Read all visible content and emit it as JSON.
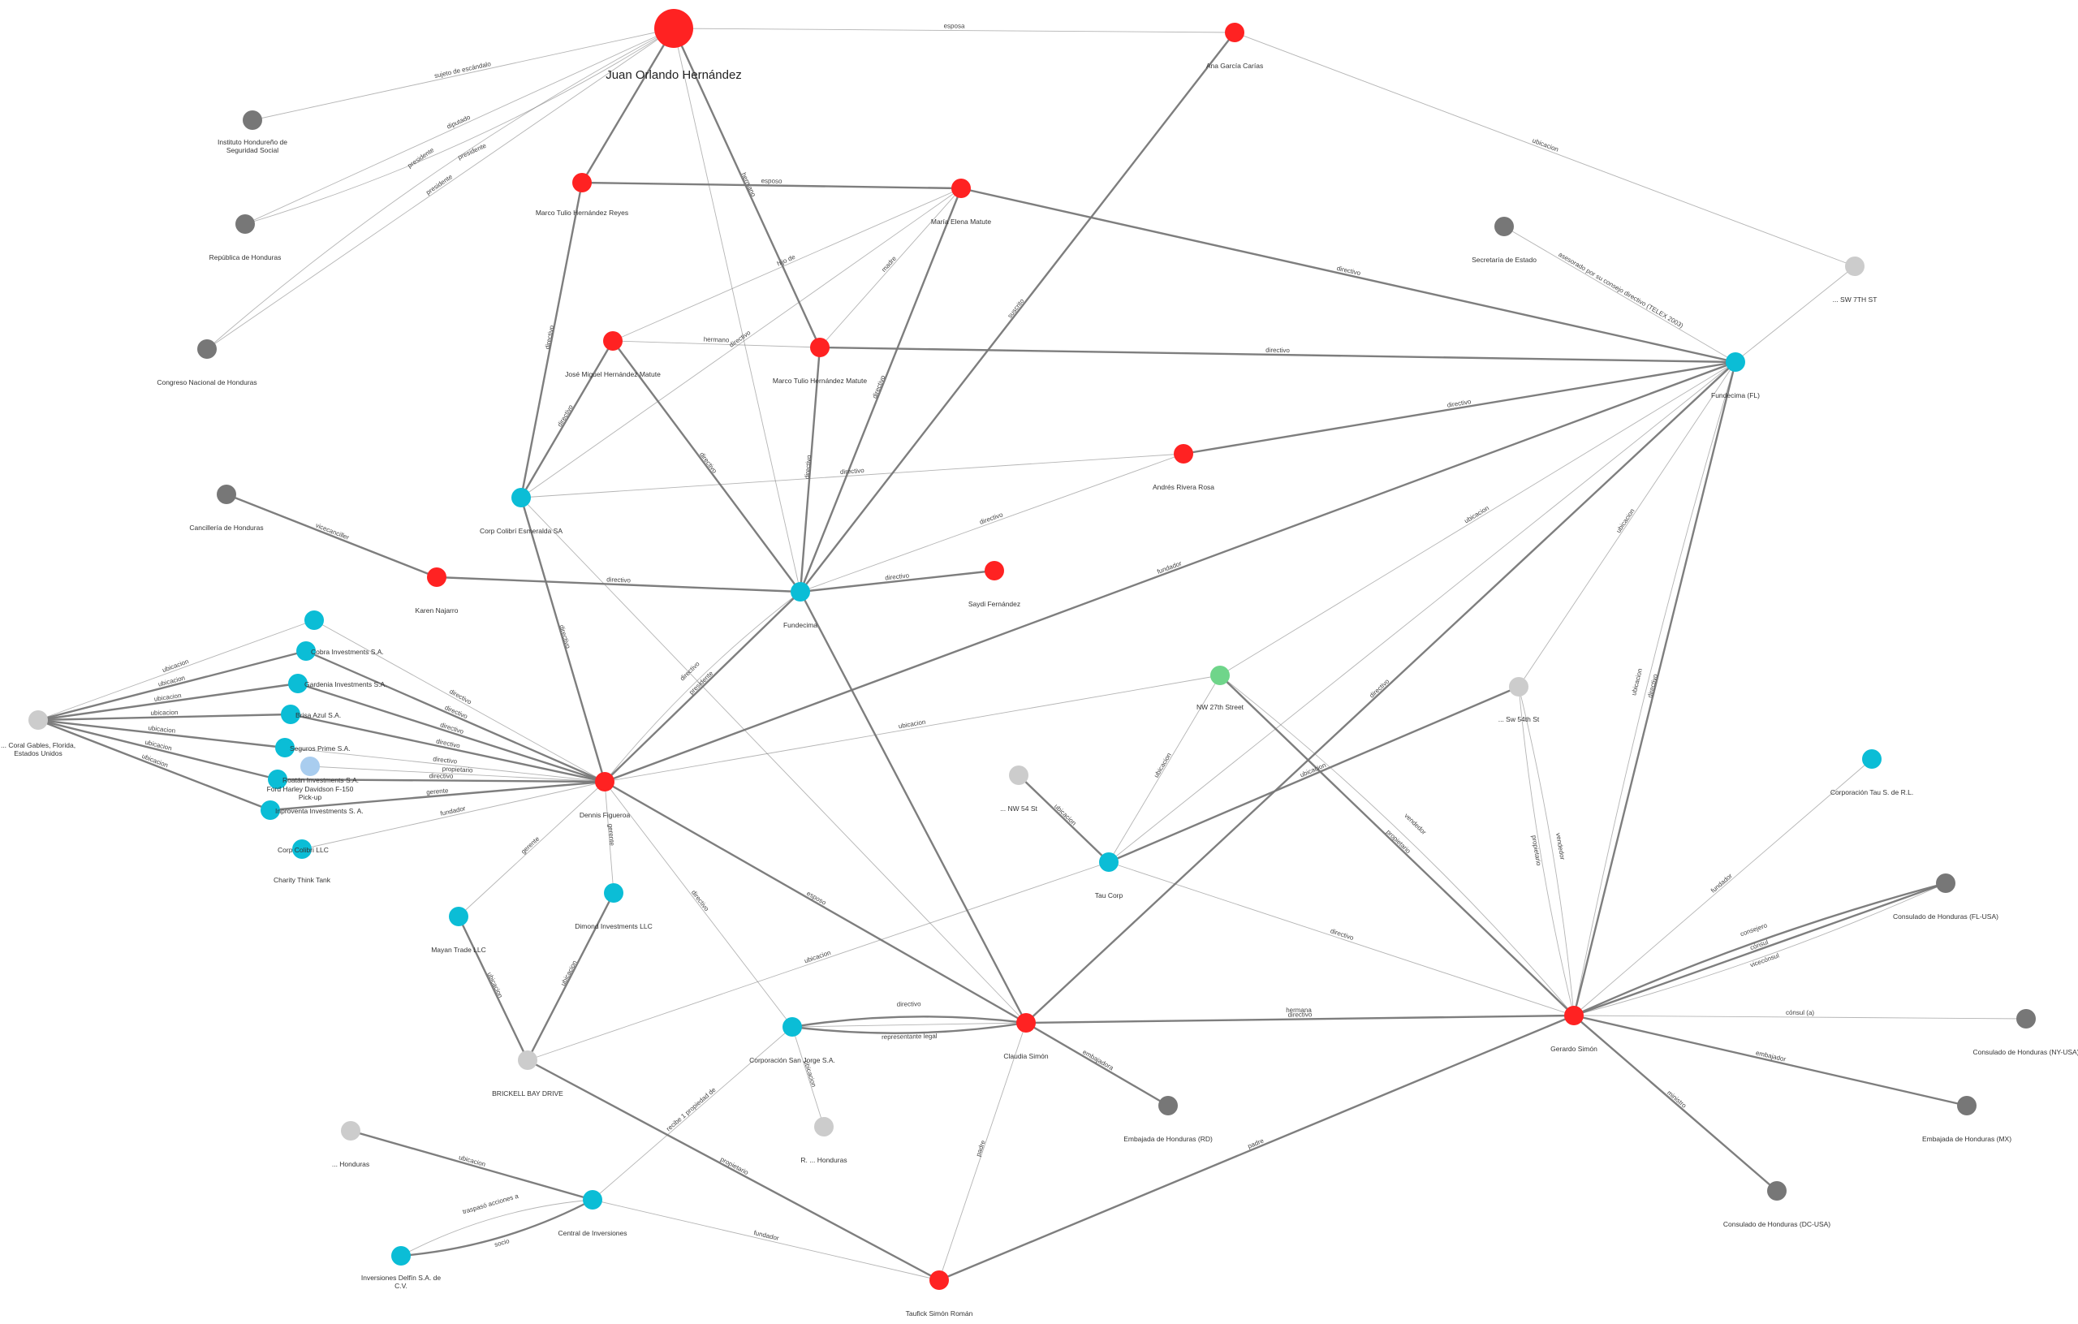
{
  "colors": {
    "person": "#ff2222",
    "company": "#0bbdd6",
    "entity": "#777777",
    "address": "#cccccc",
    "vehicle": "#a9cdef",
    "street_green": "#6fd58a",
    "edge": "#777777"
  },
  "nodes": [
    {
      "id": "joh",
      "label": "Juan Orlando Hernández",
      "type": "person",
      "big": true
    },
    {
      "id": "ana",
      "label": "Ana García Carías",
      "type": "person"
    },
    {
      "id": "ihss",
      "label": "Instituto Hondureño de Seguridad Social",
      "label2": "Seguridad Social",
      "label1": "Instituto Hondureño de",
      "type": "entity"
    },
    {
      "id": "rh",
      "label": "República de Honduras",
      "type": "entity"
    },
    {
      "id": "cnh",
      "label": "Congreso Nacional de Honduras",
      "type": "entity"
    },
    {
      "id": "mthr",
      "label": "Marco Tulio Hernández Reyes",
      "type": "person"
    },
    {
      "id": "mem",
      "label": "María Elena Matute",
      "type": "person"
    },
    {
      "id": "jmhm",
      "label": "José Miguel Hernández Matute",
      "type": "person"
    },
    {
      "id": "mthm",
      "label": "Marco Tulio Hernández Matute",
      "type": "person"
    },
    {
      "id": "sec",
      "label": "Secretaría de Estado",
      "type": "entity"
    },
    {
      "id": "sw7",
      "label": "... SW 7TH ST",
      "type": "address"
    },
    {
      "id": "fundfl",
      "label": "Fundecima (FL)",
      "type": "company"
    },
    {
      "id": "corpce",
      "label": "Corp Colibrí Esmeralda SA",
      "type": "company"
    },
    {
      "id": "arr",
      "label": "Andrés Rivera Rosa",
      "type": "person"
    },
    {
      "id": "canc",
      "label": "Cancillería de Honduras",
      "type": "entity"
    },
    {
      "id": "karen",
      "label": "Karen Najarro",
      "type": "person"
    },
    {
      "id": "fund",
      "label": "Fundecima",
      "type": "company"
    },
    {
      "id": "saydi",
      "label": "Saydi Fernández",
      "type": "person"
    },
    {
      "id": "topc",
      "label": "",
      "type": "company"
    },
    {
      "id": "cobra",
      "label": "Cobra Investments S.A.",
      "type": "company"
    },
    {
      "id": "gardenia",
      "label": "Gardenia Investments S.A.",
      "type": "company"
    },
    {
      "id": "brisa",
      "label": "Brisa Azul S.A.",
      "type": "company"
    },
    {
      "id": "seguros",
      "label": "Seguros Prime S.A.",
      "type": "company"
    },
    {
      "id": "ford",
      "label": "Ford Harley Davidson F-150 Pick-up",
      "label1": "Ford Harley Davidson F-150",
      "label2": "Pick-up",
      "type": "vehicle"
    },
    {
      "id": "roatan",
      "label": "Roatán Investments S.A.",
      "type": "company"
    },
    {
      "id": "inpro",
      "label": "Inproventa Investments S. A.",
      "type": "company"
    },
    {
      "id": "cclc",
      "label": "Corp Colibri LLC",
      "type": "company"
    },
    {
      "id": "charity",
      "label": "Charity Think Tank",
      "type": "company"
    },
    {
      "id": "coral",
      "label": "... Coral Gables, Florida, Estados Unidos",
      "label1": "... Coral Gables, Florida,",
      "label2": "Estados Unidos",
      "type": "address"
    },
    {
      "id": "dennis",
      "label": "Dennis Figueroa",
      "type": "person"
    },
    {
      "id": "nw27",
      "label": "NW 27th Street",
      "type": "street_green"
    },
    {
      "id": "sw54",
      "label": "... Sw 54th St",
      "type": "address"
    },
    {
      "id": "nw54",
      "label": "... NW 54 St",
      "type": "address"
    },
    {
      "id": "taucorp",
      "label": "Tau Corp",
      "type": "company"
    },
    {
      "id": "ctau",
      "label": "Corporación Tau S. de R.L.",
      "type": "company"
    },
    {
      "id": "consfl",
      "label": "Consulado de Honduras (FL-USA)",
      "type": "entity"
    },
    {
      "id": "mayan",
      "label": "Mayan Trade LLC",
      "type": "company"
    },
    {
      "id": "dimond",
      "label": "Dimond Investments LLC",
      "type": "company"
    },
    {
      "id": "brickell",
      "label": "BRICKELL BAY DRIVE",
      "type": "address"
    },
    {
      "id": "csj",
      "label": "Corporación San Jorge S.A.",
      "type": "company"
    },
    {
      "id": "claudia",
      "label": "Claudia Simón",
      "type": "person"
    },
    {
      "id": "gerardo",
      "label": "Gerardo Simón",
      "type": "person"
    },
    {
      "id": "consny",
      "label": "Consulado de Honduras (NY-USA)",
      "type": "entity"
    },
    {
      "id": "rhon",
      "label": "R. ... Honduras",
      "type": "address"
    },
    {
      "id": "embrd",
      "label": "Embajada de Honduras (RD)",
      "type": "entity"
    },
    {
      "id": "embmx",
      "label": "Embajada de Honduras (MX)",
      "type": "entity"
    },
    {
      "id": "hon",
      "label": "... Honduras",
      "type": "address"
    },
    {
      "id": "central",
      "label": "Central de Inversiones",
      "type": "company"
    },
    {
      "id": "delfin",
      "label": "Inversiones Delfín S.A. de C.V.",
      "label1": "Inversiones Delfín S.A. de",
      "label2": "C.V.",
      "type": "company"
    },
    {
      "id": "consdc",
      "label": "Consulado de Honduras (DC-USA)",
      "type": "entity"
    },
    {
      "id": "taufick",
      "label": "Taufick Simón Román",
      "type": "person"
    }
  ],
  "edges": [
    {
      "s": "joh",
      "t": "ana",
      "label": "esposa",
      "w": 1
    },
    {
      "s": "joh",
      "t": "ihss",
      "label": "sujeto de escándalo",
      "w": 1
    },
    {
      "s": "joh",
      "t": "rh",
      "label": "diputado",
      "w": 1
    },
    {
      "s": "joh",
      "t": "cnh",
      "label": "presidente",
      "w": 1
    },
    {
      "s": "joh",
      "t": "rh",
      "label": "presidente",
      "w": 1,
      "bend": -40
    },
    {
      "s": "joh",
      "t": "mthr",
      "label": "",
      "w": 2
    },
    {
      "s": "joh",
      "t": "mthm",
      "label": "hermano",
      "w": 2
    },
    {
      "s": "joh",
      "t": "fund",
      "label": "",
      "w": 1
    },
    {
      "s": "joh",
      "t": "cnh",
      "label": "presidente",
      "w": 1,
      "bend": 40
    },
    {
      "s": "ana",
      "t": "sw7",
      "label": "ubicacion",
      "w": 1
    },
    {
      "s": "ana",
      "t": "fund",
      "label": "suscrito",
      "w": 2
    },
    {
      "s": "mthr",
      "t": "mem",
      "label": "esposo",
      "w": 2
    },
    {
      "s": "mthr",
      "t": "corpce",
      "label": "directivo",
      "w": 2
    },
    {
      "s": "mem",
      "t": "jmhm",
      "label": "hijo de",
      "w": 1
    },
    {
      "s": "mem",
      "t": "mthm",
      "label": "madre",
      "w": 1
    },
    {
      "s": "mem",
      "t": "fundfl",
      "label": "directivo",
      "w": 2
    },
    {
      "s": "mem",
      "t": "corpce",
      "label": "directivo",
      "w": 1
    },
    {
      "s": "mem",
      "t": "fund",
      "label": "directivo",
      "w": 2
    },
    {
      "s": "jmhm",
      "t": "mthm",
      "label": "hermano",
      "w": 1
    },
    {
      "s": "jmhm",
      "t": "corpce",
      "label": "directivo",
      "w": 2
    },
    {
      "s": "jmhm",
      "t": "fund",
      "label": "directivo",
      "w": 2
    },
    {
      "s": "mthm",
      "t": "fundfl",
      "label": "directivo",
      "w": 2
    },
    {
      "s": "mthm",
      "t": "fund",
      "label": "directivo",
      "w": 2
    },
    {
      "s": "sec",
      "t": "fundfl",
      "label": "asesorado por su consejo directivo (TELEX 2003)",
      "w": 1
    },
    {
      "s": "sw7",
      "t": "taucorp",
      "label": "",
      "w": 1
    },
    {
      "s": "fundfl",
      "t": "dennis",
      "label": "fundador",
      "w": 2
    },
    {
      "s": "fundfl",
      "t": "nw27",
      "label": "ubicacion",
      "w": 1
    },
    {
      "s": "fundfl",
      "t": "sw54",
      "label": "ubicacion",
      "w": 1
    },
    {
      "s": "fundfl",
      "t": "claudia",
      "label": "directivo",
      "w": 2
    },
    {
      "s": "fundfl",
      "t": "gerardo",
      "label": "directivo",
      "w": 2
    },
    {
      "s": "fundfl",
      "t": "gerardo",
      "label": "ubicacion",
      "w": 1,
      "bend": 20
    },
    {
      "s": "corpce",
      "t": "arr",
      "label": "directivo",
      "w": 1
    },
    {
      "s": "corpce",
      "t": "dennis",
      "label": "directivo",
      "w": 2
    },
    {
      "s": "corpce",
      "t": "claudia",
      "label": "",
      "w": 1
    },
    {
      "s": "arr",
      "t": "fundfl",
      "label": "directivo",
      "w": 2
    },
    {
      "s": "arr",
      "t": "fund",
      "label": "directivo",
      "w": 1
    },
    {
      "s": "canc",
      "t": "karen",
      "label": "vicecanciller",
      "w": 2
    },
    {
      "s": "karen",
      "t": "fund",
      "label": "directivo",
      "w": 2
    },
    {
      "s": "fund",
      "t": "saydi",
      "label": "directivo",
      "w": 2
    },
    {
      "s": "fund",
      "t": "dennis",
      "label": "presidente",
      "w": 2
    },
    {
      "s": "fund",
      "t": "dennis",
      "label": "directivo",
      "w": 1,
      "bend": 20
    },
    {
      "s": "fund",
      "t": "claudia",
      "label": "",
      "w": 2
    },
    {
      "s": "coral",
      "t": "topc",
      "label": "ubicacion",
      "w": 1
    },
    {
      "s": "coral",
      "t": "cobra",
      "label": "ubicacion",
      "w": 2
    },
    {
      "s": "coral",
      "t": "gardenia",
      "label": "ubicacion",
      "w": 2
    },
    {
      "s": "coral",
      "t": "brisa",
      "label": "ubicacion",
      "w": 2
    },
    {
      "s": "coral",
      "t": "seguros",
      "label": "ubicacion",
      "w": 2
    },
    {
      "s": "coral",
      "t": "roatan",
      "label": "ubicacion",
      "w": 2
    },
    {
      "s": "coral",
      "t": "inpro",
      "label": "ubicacion",
      "w": 2
    },
    {
      "s": "topc",
      "t": "dennis",
      "label": "directivo",
      "w": 1
    },
    {
      "s": "cobra",
      "t": "dennis",
      "label": "directivo",
      "w": 2
    },
    {
      "s": "gardenia",
      "t": "dennis",
      "label": "directivo",
      "w": 2
    },
    {
      "s": "brisa",
      "t": "dennis",
      "label": "directivo",
      "w": 2
    },
    {
      "s": "seguros",
      "t": "dennis",
      "label": "directivo",
      "w": 1
    },
    {
      "s": "ford",
      "t": "dennis",
      "label": "propietario",
      "w": 1
    },
    {
      "s": "roatan",
      "t": "dennis",
      "label": "directivo",
      "w": 2
    },
    {
      "s": "inpro",
      "t": "dennis",
      "label": "gerente",
      "w": 2
    },
    {
      "s": "cclc",
      "t": "dennis",
      "label": "fundador",
      "w": 1
    },
    {
      "s": "dennis",
      "t": "nw27",
      "label": "ubicacion",
      "w": 1
    },
    {
      "s": "dennis",
      "t": "mayan",
      "label": "gerente",
      "w": 1
    },
    {
      "s": "dennis",
      "t": "dimond",
      "label": "gerente",
      "w": 1
    },
    {
      "s": "dennis",
      "t": "csj",
      "label": "directivo",
      "w": 1
    },
    {
      "s": "dennis",
      "t": "claudia",
      "label": "esposo",
      "w": 2
    },
    {
      "s": "nw27",
      "t": "taucorp",
      "label": "ubicacion",
      "w": 1
    },
    {
      "s": "nw27",
      "t": "gerardo",
      "label": "propietario",
      "w": 2
    },
    {
      "s": "nw27",
      "t": "gerardo",
      "label": "vendedor",
      "w": 1,
      "bend": -30
    },
    {
      "s": "sw54",
      "t": "taucorp",
      "label": "ubicacion",
      "w": 2
    },
    {
      "s": "sw54",
      "t": "gerardo",
      "label": "vendedor",
      "w": 1,
      "bend": -15
    },
    {
      "s": "sw54",
      "t": "gerardo",
      "label": "propietario",
      "w": 1,
      "bend": 15
    },
    {
      "s": "nw54",
      "t": "taucorp",
      "label": "ubicacion",
      "w": 2
    },
    {
      "s": "taucorp",
      "t": "gerardo",
      "label": "directivo",
      "w": 1
    },
    {
      "s": "taucorp",
      "t": "brickell",
      "label": "ubicacion",
      "w": 1
    },
    {
      "s": "ctau",
      "t": "gerardo",
      "label": "fundador",
      "w": 1
    },
    {
      "s": "consfl",
      "t": "gerardo",
      "label": "consejero",
      "w": 2,
      "bend": 20
    },
    {
      "s": "consfl",
      "t": "gerardo",
      "label": "cónsul",
      "w": 2
    },
    {
      "s": "consfl",
      "t": "gerardo",
      "label": "vicecónsul",
      "w": 1,
      "bend": -20
    },
    {
      "s": "mayan",
      "t": "brickell",
      "label": "ubicacion",
      "w": 2
    },
    {
      "s": "dimond",
      "t": "brickell",
      "label": "ubicacion",
      "w": 2
    },
    {
      "s": "brickell",
      "t": "taufick",
      "label": "propietario",
      "w": 2
    },
    {
      "s": "csj",
      "t": "claudia",
      "label": "directivo",
      "w": 2,
      "bend": -20
    },
    {
      "s": "csj",
      "t": "claudia",
      "label": "representante legal",
      "w": 2,
      "bend": 20
    },
    {
      "s": "csj",
      "t": "claudia",
      "label": "",
      "w": 1
    },
    {
      "s": "csj",
      "t": "rhon",
      "label": "ubicacion",
      "w": 1
    },
    {
      "s": "csj",
      "t": "central",
      "label": "recibe 1 propiedad de",
      "w": 1
    },
    {
      "s": "claudia",
      "t": "gerardo",
      "label": "directivo",
      "w": 2
    },
    {
      "s": "claudia",
      "t": "embrd",
      "label": "embajadora",
      "w": 2
    },
    {
      "s": "claudia",
      "t": "taufick",
      "label": "padre",
      "w": 1
    },
    {
      "s": "gerardo",
      "t": "consny",
      "label": "cónsul (a)",
      "w": 1
    },
    {
      "s": "gerardo",
      "t": "embmx",
      "label": "embajador",
      "w": 2
    },
    {
      "s": "gerardo",
      "t": "consdc",
      "label": "ministro",
      "w": 2
    },
    {
      "s": "gerardo",
      "t": "taufick",
      "label": "padre",
      "w": 2
    },
    {
      "s": "hon",
      "t": "central",
      "label": "ubicacion",
      "w": 2
    },
    {
      "s": "central",
      "t": "delfin",
      "label": "socio",
      "w": 2,
      "bend": -25
    },
    {
      "s": "central",
      "t": "delfin",
      "label": "traspasó acciones a",
      "w": 1,
      "bend": 25
    },
    {
      "s": "central",
      "t": "taufick",
      "label": "fundador",
      "w": 1
    }
  ],
  "extra_labels": [
    {
      "id": "hermana_label",
      "text": "hermana"
    }
  ]
}
